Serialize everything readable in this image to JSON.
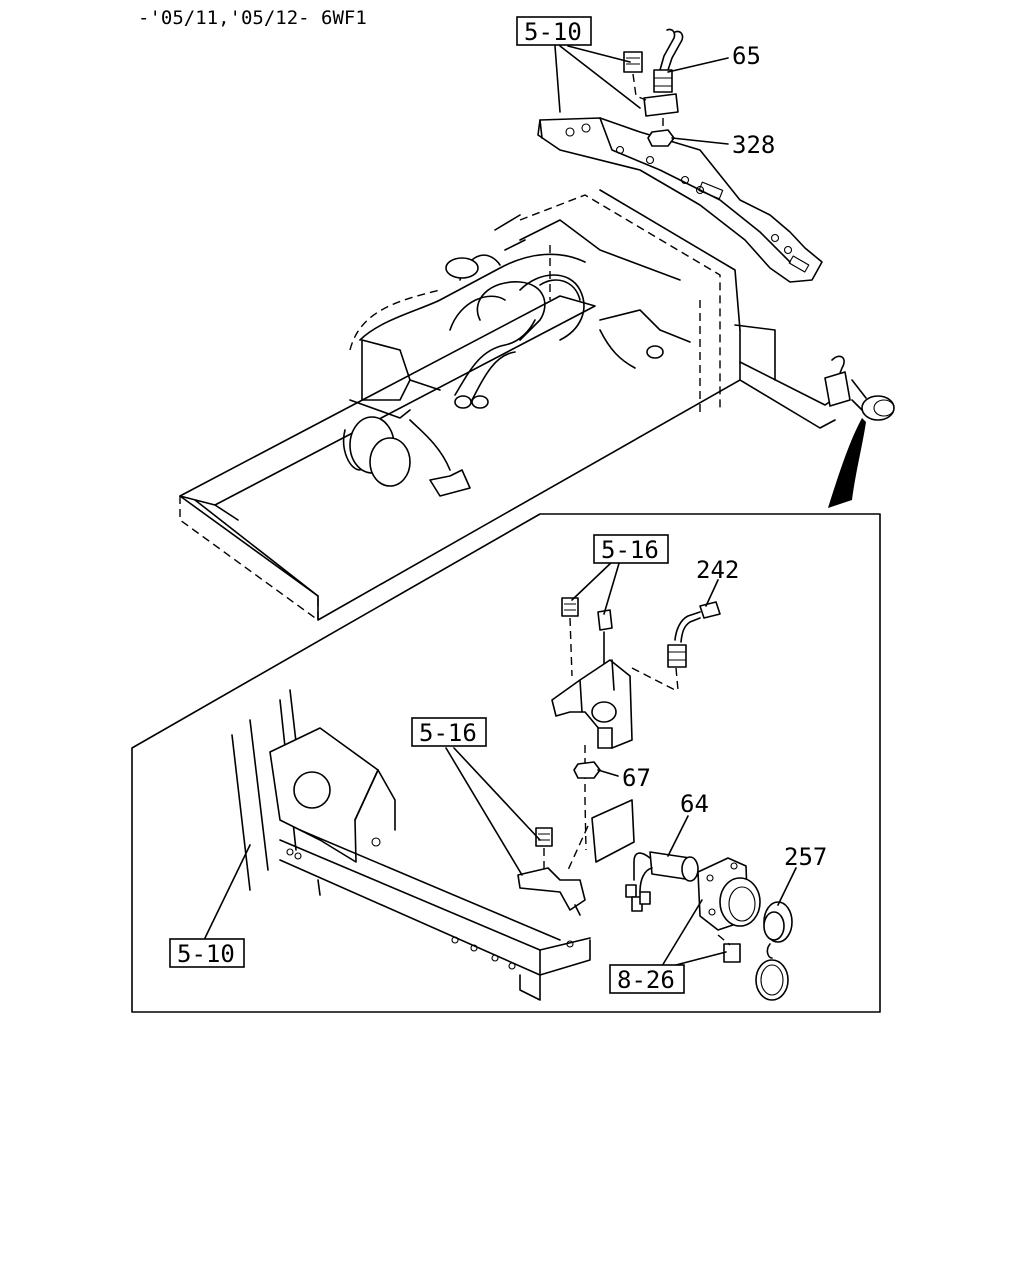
{
  "header": {
    "applicability": "-'05/11,'05/12- 6WF1"
  },
  "refs": {
    "top_ref": "5-10",
    "bracket_ref_upper": "5-16",
    "bracket_ref_lower": "5-16",
    "frame_ref": "5-10",
    "socket_ref": "8-26"
  },
  "parts": {
    "p65": "65",
    "p328": "328",
    "p242": "242",
    "p67": "67",
    "p64": "64",
    "p257": "257"
  }
}
